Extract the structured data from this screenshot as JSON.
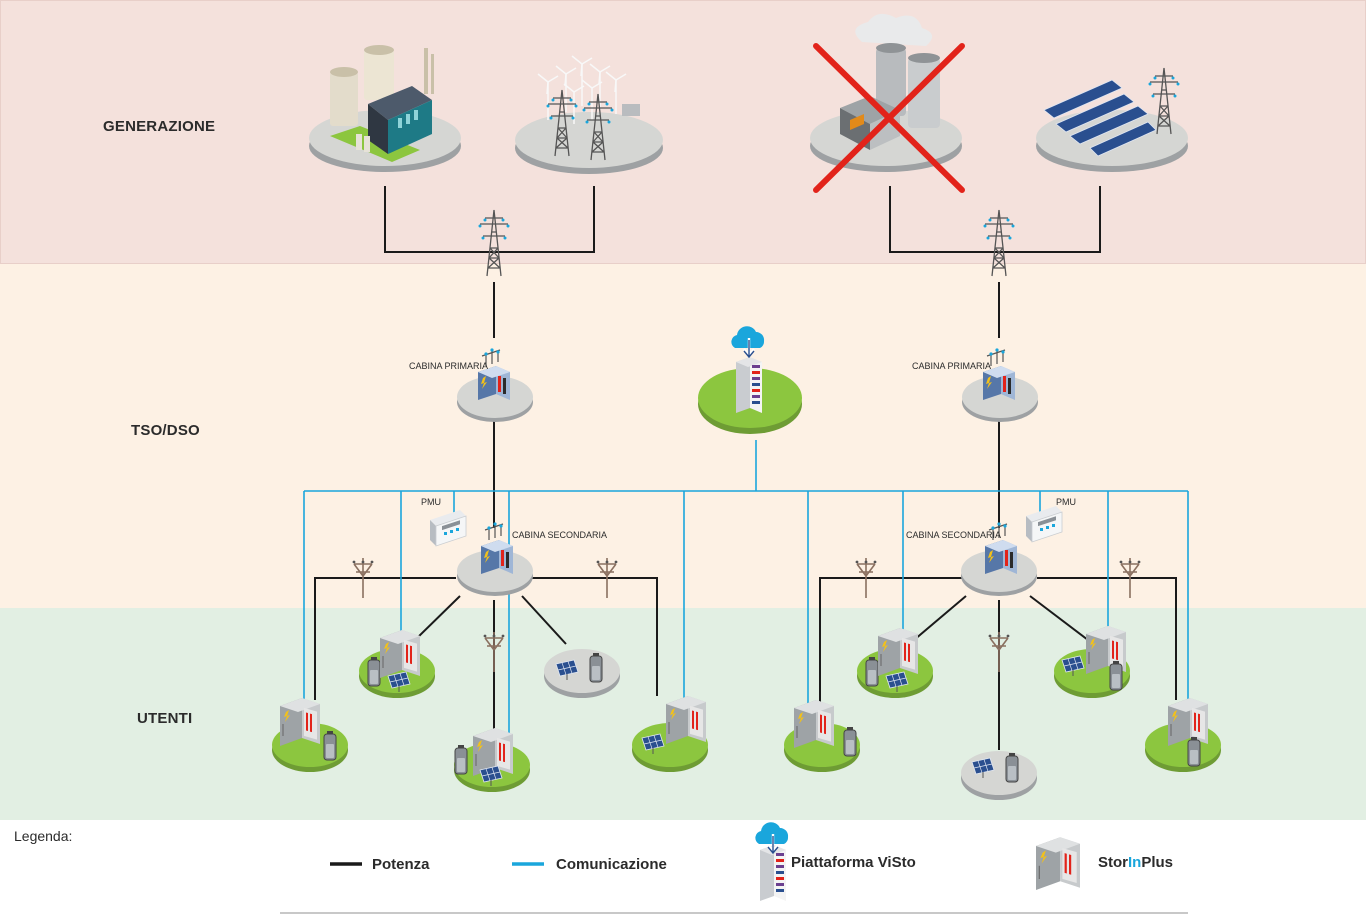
{
  "bands": {
    "generation": "GENERAZIONE",
    "tso_dso": "TSO/DSO",
    "users": "UTENTI"
  },
  "nodes": {
    "primary_station_left": "CABINA PRIMARIA",
    "primary_station_right": "CABINA PRIMARIA",
    "secondary_station_left": "CABINA SECONDARIA",
    "secondary_station_right": "CABINA SECONDARIA",
    "pmu_left": "PMU",
    "pmu_right": "PMU"
  },
  "legend": {
    "title": "Legenda:",
    "power": "Potenza",
    "communication": "Comunicazione",
    "platform": "Piattaforma ViSto",
    "brand_part1": "Stor",
    "brand_part2": "In",
    "brand_part3": "Plus"
  },
  "colors": {
    "power_line": "#1a1a1a",
    "communication_line": "#1aa6dc",
    "generation_band": "#f4e1dc",
    "tso_band": "#fdf1e4",
    "users_band": "#e2efe3",
    "user_platform_green": "#8cc63f",
    "crossed_out": "#e2231a"
  },
  "icons": [
    "thermal-power-plant-icon",
    "wind-farm-icon",
    "nuclear-plant-icon",
    "solar-farm-icon",
    "transmission-tower-icon",
    "primary-substation-icon",
    "secondary-substation-icon",
    "cloud-server-icon",
    "pmu-device-icon",
    "storage-cabinet-icon",
    "solar-panel-icon",
    "battery-icon",
    "utility-pole-icon"
  ]
}
